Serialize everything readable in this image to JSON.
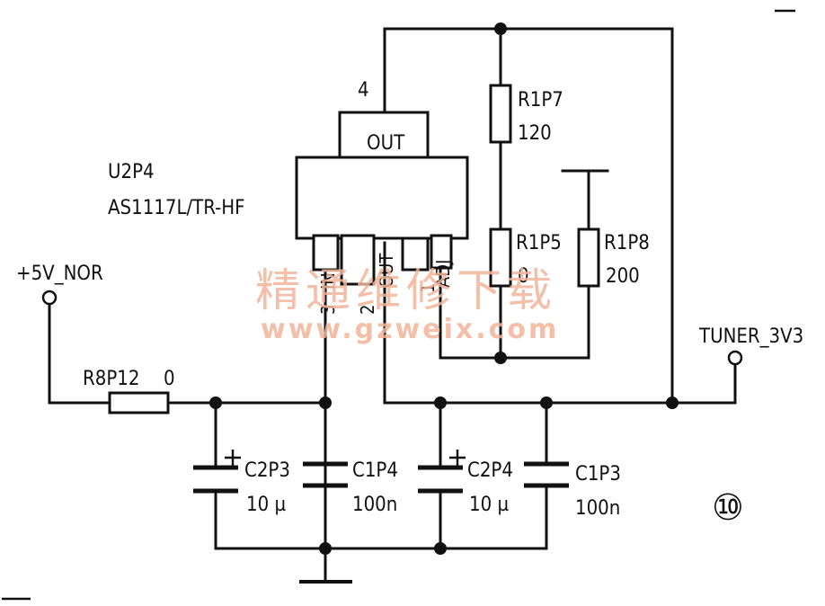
{
  "ic": {
    "ref": "U2P4",
    "part": "AS1117L/TR-HF",
    "tab_label": "OUT",
    "tab_pin": "4",
    "pins": [
      {
        "num": "3",
        "name": "IN"
      },
      {
        "num": "2",
        "name": "OUT"
      },
      {
        "num": "1",
        "name": "ADJ"
      }
    ]
  },
  "nets": {
    "input": "+5V_NOR",
    "output": "TUNER_3V3"
  },
  "resistors": [
    {
      "ref": "R8P12",
      "value": "0"
    },
    {
      "ref": "R1P7",
      "value": "120"
    },
    {
      "ref": "R1P5",
      "value": "0"
    },
    {
      "ref": "R1P8",
      "value": "200"
    }
  ],
  "capacitors": [
    {
      "ref": "C2P3",
      "value": "10 µ"
    },
    {
      "ref": "C1P4",
      "value": "100n"
    },
    {
      "ref": "C2P4",
      "value": "10 µ"
    },
    {
      "ref": "C1P3",
      "value": "100n"
    }
  ],
  "watermark": {
    "chinese": "精通维修下载",
    "url": "www.gzweix.com"
  },
  "figure_number": "⑩"
}
